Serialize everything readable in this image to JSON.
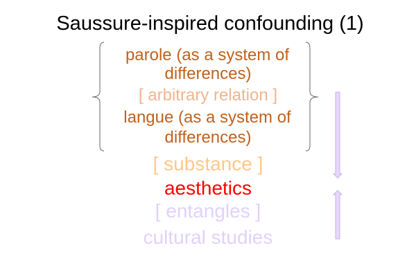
{
  "title": "Saussure-inspired confounding (1)",
  "lines": {
    "parole_1": "parole (as a system of",
    "parole_2": "differences)",
    "arbitrary": "[ arbitrary relation ]",
    "langue_1": "langue (as a system of",
    "langue_2": "differences)",
    "substance": "[ substance ]",
    "aesthetics": "aesthetics",
    "entangles": "[ entangles ]",
    "cultural": "cultural studies"
  },
  "colors": {
    "brown": "#c0611b",
    "arbitrary": "#f2b48c",
    "substance": "#ffc88a",
    "aesthetics": "#ff0000",
    "lilac": "#e0d2fb",
    "arrow_stroke": "#c8b0f2"
  }
}
